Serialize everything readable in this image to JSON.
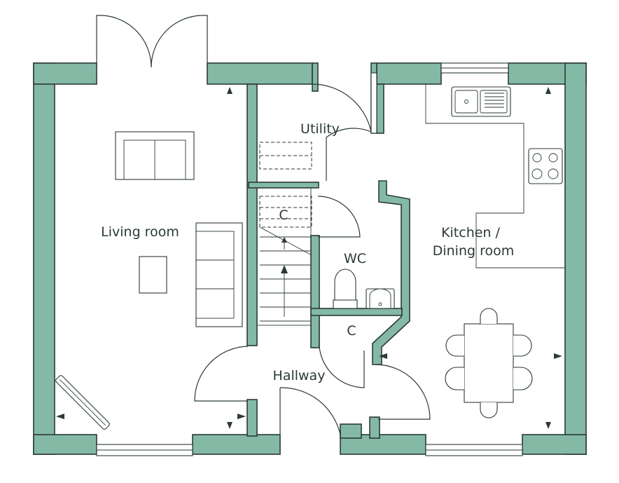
{
  "plan": {
    "rooms": {
      "living": "Living room",
      "kitchen_line1": "Kitchen /",
      "kitchen_line2": "Dining room",
      "utility": "Utility",
      "wc": "WC",
      "hallway": "Hallway",
      "cupboard_stairs": "C",
      "cupboard_hall": "C"
    },
    "colors": {
      "wall_fill": "#84b9a6",
      "line": "#2b3a36",
      "background": "#ffffff"
    }
  }
}
